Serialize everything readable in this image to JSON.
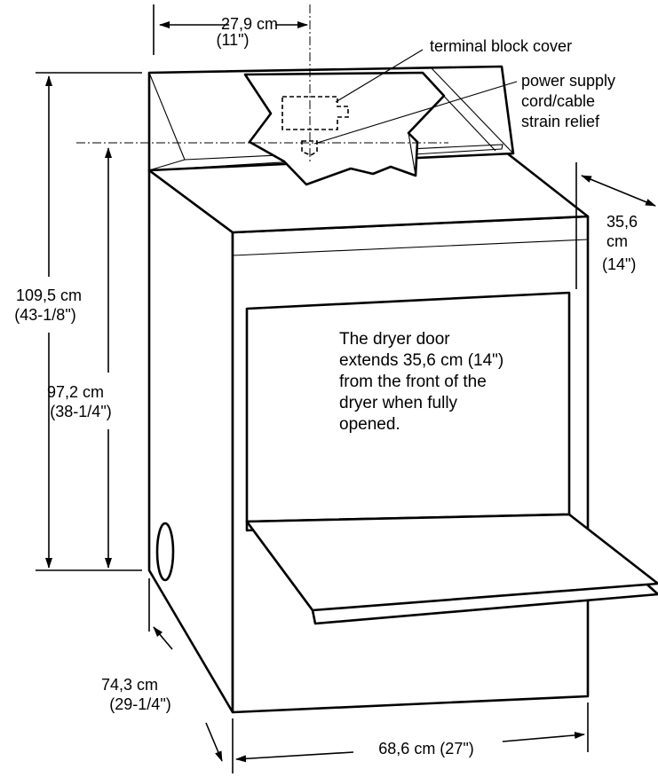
{
  "dimensions": {
    "top_width": {
      "metric": "27,9 cm",
      "imperial": "(11\")"
    },
    "total_height": {
      "metric": "109,5 cm",
      "imperial": "(43-1/8\")"
    },
    "top_height": {
      "metric": "97,2 cm",
      "imperial": "(38-1/4\")"
    },
    "door_clearance": {
      "metric_1": "35,6",
      "metric_2": "cm",
      "imperial": "(14\")"
    },
    "depth": {
      "metric": "74,3 cm",
      "imperial": "(29-1/4\")"
    },
    "width": {
      "label": "68,6 cm (27\")"
    }
  },
  "callouts": {
    "terminal_block": "terminal block cover",
    "strain_relief": [
      "power supply",
      "cord/cable",
      "strain relief"
    ]
  },
  "door_note": [
    "The dryer door",
    "extends 35,6 cm (14\")",
    "from the front of the",
    "dryer when fully",
    "opened."
  ]
}
